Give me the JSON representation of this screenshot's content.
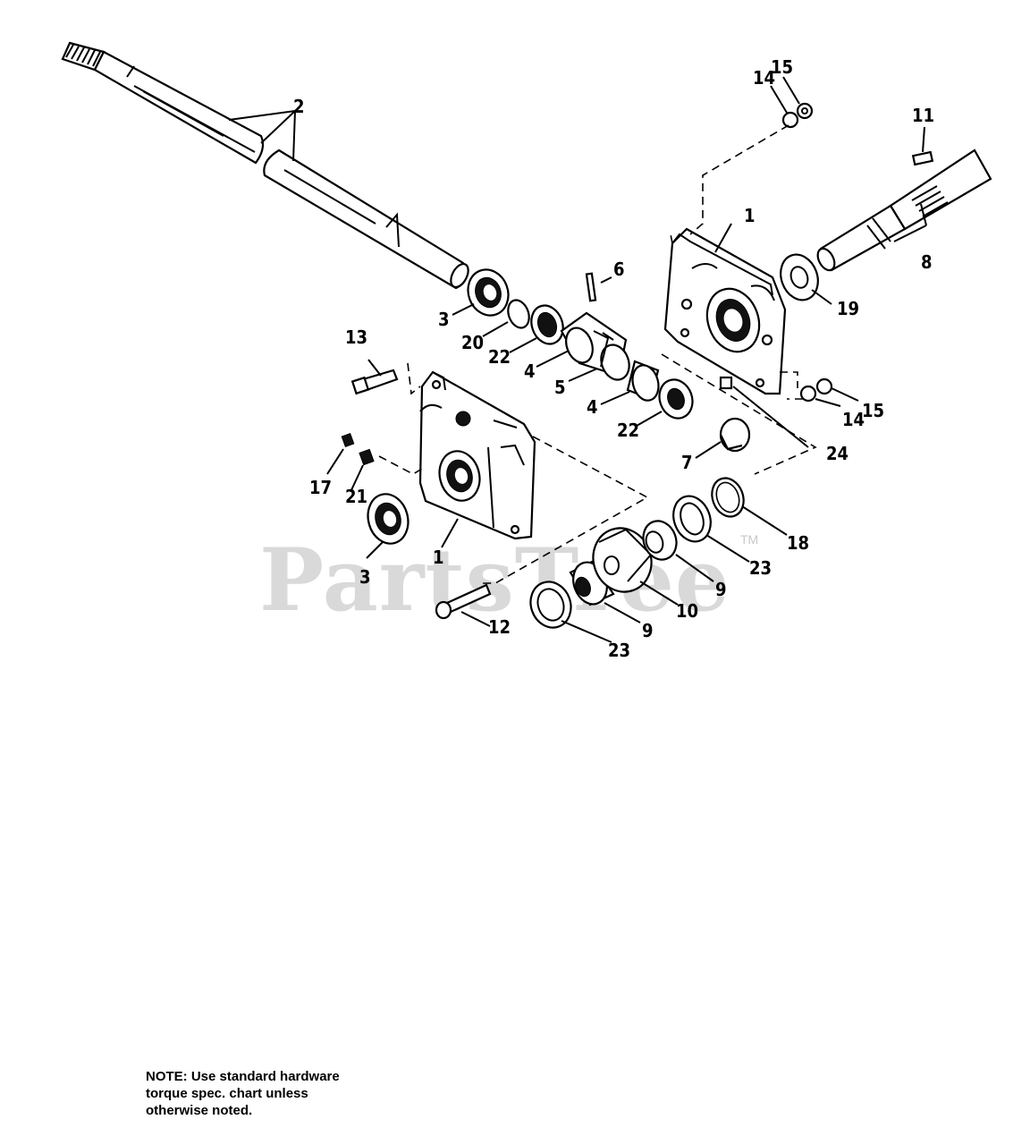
{
  "watermark": {
    "text": "PartsTree",
    "tm": "TM"
  },
  "note": {
    "text": "NOTE: Use standard hardware\ntorque spec. chart unless\notherwise noted."
  },
  "callouts": [
    {
      "id": "c2",
      "text": "2"
    },
    {
      "id": "c3a",
      "text": "3"
    },
    {
      "id": "c20",
      "text": "20"
    },
    {
      "id": "c22a",
      "text": "22"
    },
    {
      "id": "c4a",
      "text": "4"
    },
    {
      "id": "c5",
      "text": "5"
    },
    {
      "id": "c6",
      "text": "6"
    },
    {
      "id": "c4b",
      "text": "4"
    },
    {
      "id": "c22b",
      "text": "22"
    },
    {
      "id": "c7",
      "text": "7"
    },
    {
      "id": "c24",
      "text": "24"
    },
    {
      "id": "c1a",
      "text": "1"
    },
    {
      "id": "c19",
      "text": "19"
    },
    {
      "id": "c8",
      "text": "8"
    },
    {
      "id": "c11",
      "text": "11"
    },
    {
      "id": "c14a",
      "text": "14"
    },
    {
      "id": "c15a",
      "text": "15"
    },
    {
      "id": "c14b",
      "text": "14"
    },
    {
      "id": "c15b",
      "text": "15"
    },
    {
      "id": "c13",
      "text": "13"
    },
    {
      "id": "c17",
      "text": "17"
    },
    {
      "id": "c21",
      "text": "21"
    },
    {
      "id": "c3b",
      "text": "3"
    },
    {
      "id": "c1b",
      "text": "1"
    },
    {
      "id": "c12",
      "text": "12"
    },
    {
      "id": "c23a",
      "text": "23"
    },
    {
      "id": "c9a",
      "text": "9"
    },
    {
      "id": "c10",
      "text": "10"
    },
    {
      "id": "c9b",
      "text": "9"
    },
    {
      "id": "c23b",
      "text": "23"
    },
    {
      "id": "c18",
      "text": "18"
    }
  ]
}
